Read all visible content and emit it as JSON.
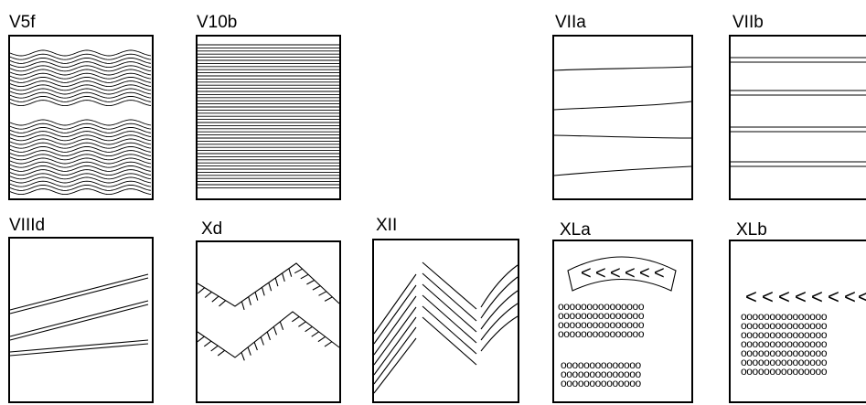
{
  "panels": [
    {
      "id": "V5f",
      "label": "V5f"
    },
    {
      "id": "V10b",
      "label": "V10b"
    },
    {
      "id": "VIIa",
      "label": "VIIa"
    },
    {
      "id": "VIIb",
      "label": "VIIb"
    },
    {
      "id": "VIIId",
      "label": "VIIId"
    },
    {
      "id": "Xd",
      "label": "Xd"
    },
    {
      "id": "XII",
      "label": "XII"
    },
    {
      "id": "XLa",
      "label": "XLa"
    },
    {
      "id": "XLb",
      "label": "XLb"
    }
  ],
  "glyphs": {
    "chevron": "<",
    "circle_row": "o"
  }
}
